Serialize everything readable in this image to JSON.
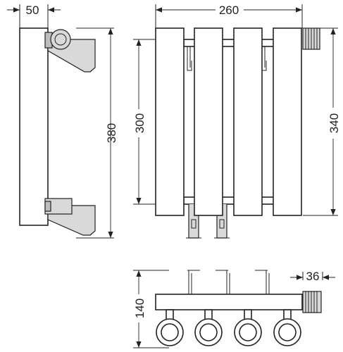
{
  "dimensions": {
    "side_depth": "50",
    "side_height": "380",
    "front_width": "260",
    "front_axis_distance": "300",
    "front_height": "340",
    "top_depth": "140",
    "top_valve": "36"
  }
}
